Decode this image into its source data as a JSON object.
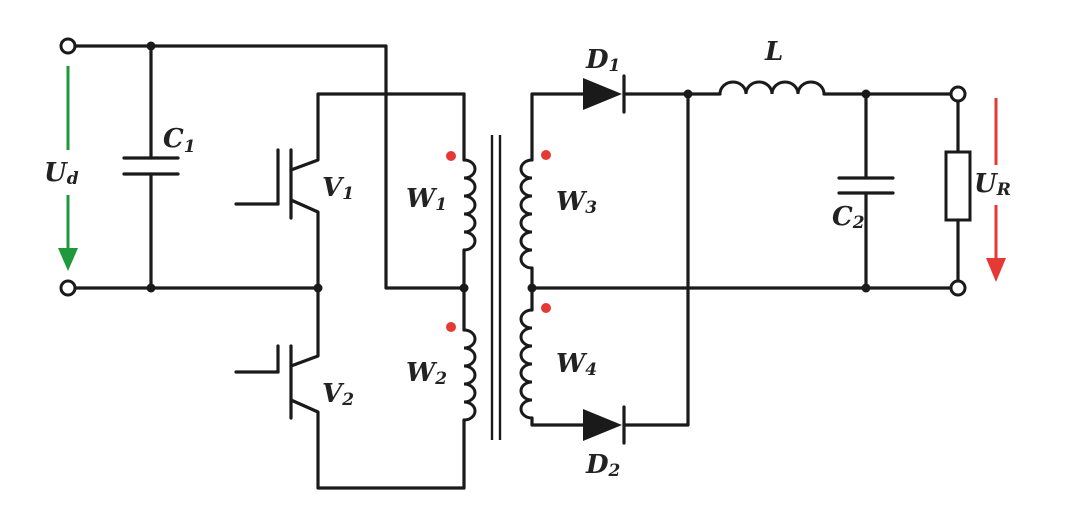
{
  "labels": {
    "ud": "U",
    "ud_sub": "d",
    "c1": "C",
    "c1_sub": "1",
    "v1": "V",
    "v1_sub": "1",
    "v2": "V",
    "v2_sub": "2",
    "w1": "W",
    "w1_sub": "1",
    "w2": "W",
    "w2_sub": "2",
    "w3": "W",
    "w3_sub": "3",
    "w4": "W",
    "w4_sub": "4",
    "d1": "D",
    "d1_sub": "1",
    "d2": "D",
    "d2_sub": "2",
    "l": "L",
    "c2": "C",
    "c2_sub": "2",
    "ur": "U",
    "ur_sub": "R"
  },
  "colors": {
    "wire": "#1a1a1a",
    "input_arrow": "#1e9a3c",
    "output_arrow": "#e53935",
    "polarity_dot": "#e53935"
  }
}
